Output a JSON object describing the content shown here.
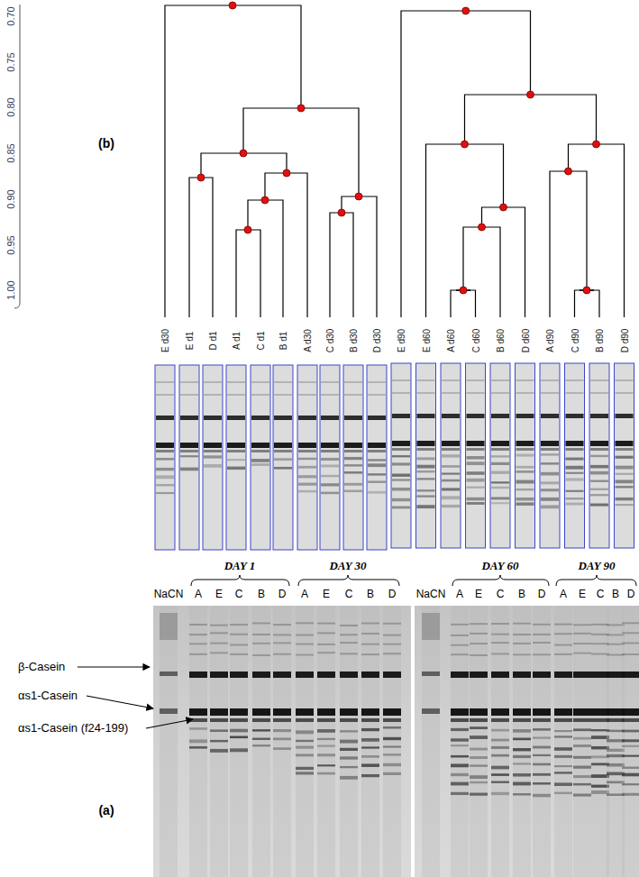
{
  "diagram": {
    "labels": [
      "0.70",
      "0.75",
      "0.80",
      "0.85",
      "0.90",
      "0.95",
      "1.00",
      "(b)",
      "E d30",
      "E d1",
      "D d1",
      "A d1",
      "C d1",
      "B d1",
      "A d30",
      "C d30",
      "B d30",
      "D d30",
      "E d90",
      "E d60",
      "A d60",
      "C d60",
      "B d60",
      "D d60",
      "A d90",
      "C d90",
      "B d90",
      "D d90",
      "(a)",
      "DAY 1",
      "DAY 30",
      "DAY 60",
      "DAY 90",
      "NaCN",
      "A",
      "E",
      "C",
      "B",
      "D",
      "A",
      "E",
      "C",
      "B",
      "D",
      "NaCN",
      "A",
      "E",
      "C",
      "B",
      "D",
      "A",
      "E",
      "C",
      "B",
      "D",
      "β-Casein",
      "αs1-Casein",
      "αs1-Casein (f24-199)"
    ]
  }
}
